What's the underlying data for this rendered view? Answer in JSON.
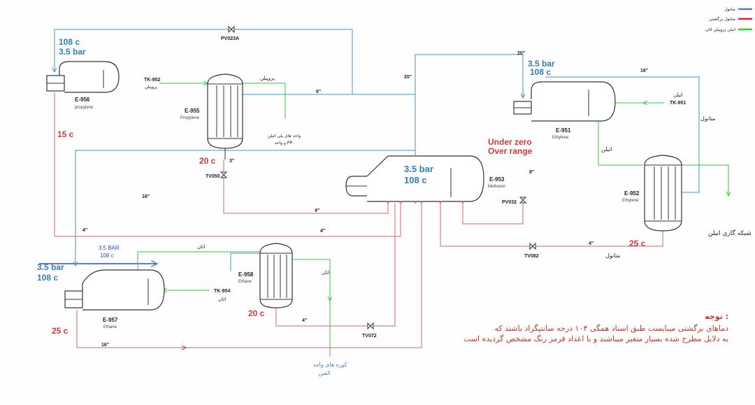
{
  "legend": [
    {
      "label": "متانول",
      "color": "#4a7fd4"
    },
    {
      "label": "متانول برگشتی",
      "color": "#e0203a"
    },
    {
      "label": "اتیلن پروپیلن اتان",
      "color": "#35c83a"
    }
  ],
  "equipment": {
    "e956": {
      "id": "E-956",
      "name": "propylene"
    },
    "e955": {
      "id": "E-955",
      "name": "Propylene"
    },
    "e953": {
      "id": "E-953",
      "name": "Methanol",
      "cond1": "3.5 bar",
      "cond2": "108 c"
    },
    "e951": {
      "id": "E-951",
      "name": "Ethylene"
    },
    "e952": {
      "id": "E-952",
      "name": "Ethylene"
    },
    "e957": {
      "id": "E-957",
      "name": "Ethane"
    },
    "e958": {
      "id": "E-958",
      "name": "Ethane"
    }
  },
  "valves": {
    "pv023a": "PV023A",
    "tv050": "TV050",
    "pv032": "PV032",
    "tv082": "TV082",
    "tv072": "TV072"
  },
  "conditions": {
    "top_left_temp": "108 c",
    "top_left_press": "3.5 bar",
    "e956_out_temp": "15 c",
    "e955_out_temp": "20 c",
    "under_zero_1": "Under zero",
    "under_zero_2": "Over range",
    "right_press": "3.5 bar",
    "right_temp": "108 c",
    "e952_out_temp": "25 c",
    "left_press": "3.5 bar",
    "left_temp": "108 c",
    "e957_out_temp": "25 c",
    "e958_out_temp": "20 c",
    "e958_in_press": "3.5 BAR",
    "e958_in_temp": "108 c"
  },
  "pipe_sizes": {
    "s20_top": "20\"",
    "s20_left": "20\"",
    "s6": "6\"",
    "s16_right": "16\"",
    "s3": "3\"",
    "s16_mid": "16\"",
    "s8": "8\"",
    "s4_a": "4\"",
    "s4_b": "4\"",
    "s4_c": "4\"",
    "s4_d": "4\"",
    "s4_e": "4\"",
    "s16_bottom": "16\""
  },
  "streams": {
    "tk952": "TK-952",
    "tk952_sub": "پروپیلن",
    "propylene_label": "پروپیلن",
    "units_label_1": "واحد های پلی اتیلن",
    "units_label_2": "و واحد PP",
    "tk951_label": "اتیلن",
    "tk951": "TK-951",
    "methanol_right": "متانول",
    "ethylene_out": "اتیلن",
    "ethylene_net": "شبکه گازی اتیلن",
    "methanol_bottom": "متانول",
    "ethane_top": "اتان",
    "ethane_right": "اتان",
    "tk954": "TK-954",
    "tk954_sub": "اتان",
    "olefin_1": "کوره های واحد",
    "olefin_2": "الفین"
  },
  "note": {
    "title": "توجه :",
    "line1": "دماهای برگشتی میبایست طبق اسناد همگی ۱۰۴ درجه سانتیگراد باشند که",
    "line2": "به دلایل مطرح شده بسیار متغیر میباشند و با اعداد قرمز رنگ مشخص گردیده است"
  }
}
